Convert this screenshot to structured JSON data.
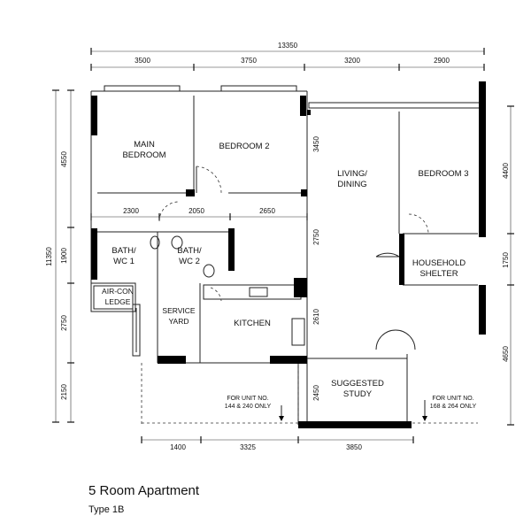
{
  "title": "5 Room Apartment",
  "subtitle": "Type 1B",
  "dimensions": {
    "top_total": "13350",
    "top": [
      "3500",
      "3750",
      "3200",
      "2900"
    ],
    "left_total": "11350",
    "left": [
      "4550",
      "1900",
      "2750",
      "2150"
    ],
    "right": [
      "4400",
      "1750",
      "4650"
    ],
    "bottom": [
      "1400",
      "3325",
      "3850"
    ],
    "interior_row": [
      "2300",
      "2050",
      "2650"
    ],
    "interior_vertical": [
      "3450",
      "2750",
      "2610",
      "2450"
    ]
  },
  "rooms": {
    "main_bedroom": [
      "MAIN",
      "BEDROOM"
    ],
    "bedroom2": "BEDROOM 2",
    "bedroom3": "BEDROOM 3",
    "living": [
      "LIVING/",
      "DINING"
    ],
    "bath1": [
      "BATH/",
      "WC 1"
    ],
    "bath2": [
      "BATH/",
      "WC 2"
    ],
    "household": [
      "HOUSEHOLD",
      "SHELTER"
    ],
    "aircon": [
      "AIR-CON",
      "LEDGE"
    ],
    "service": [
      "SERVICE",
      "YARD"
    ],
    "kitchen": "KITCHEN",
    "study": [
      "SUGGESTED",
      "STUDY"
    ]
  },
  "notes": {
    "left": [
      "FOR UNIT NO.",
      "144 & 240 ONLY"
    ],
    "right": [
      "FOR UNIT NO.",
      "168 & 264 ONLY"
    ]
  }
}
